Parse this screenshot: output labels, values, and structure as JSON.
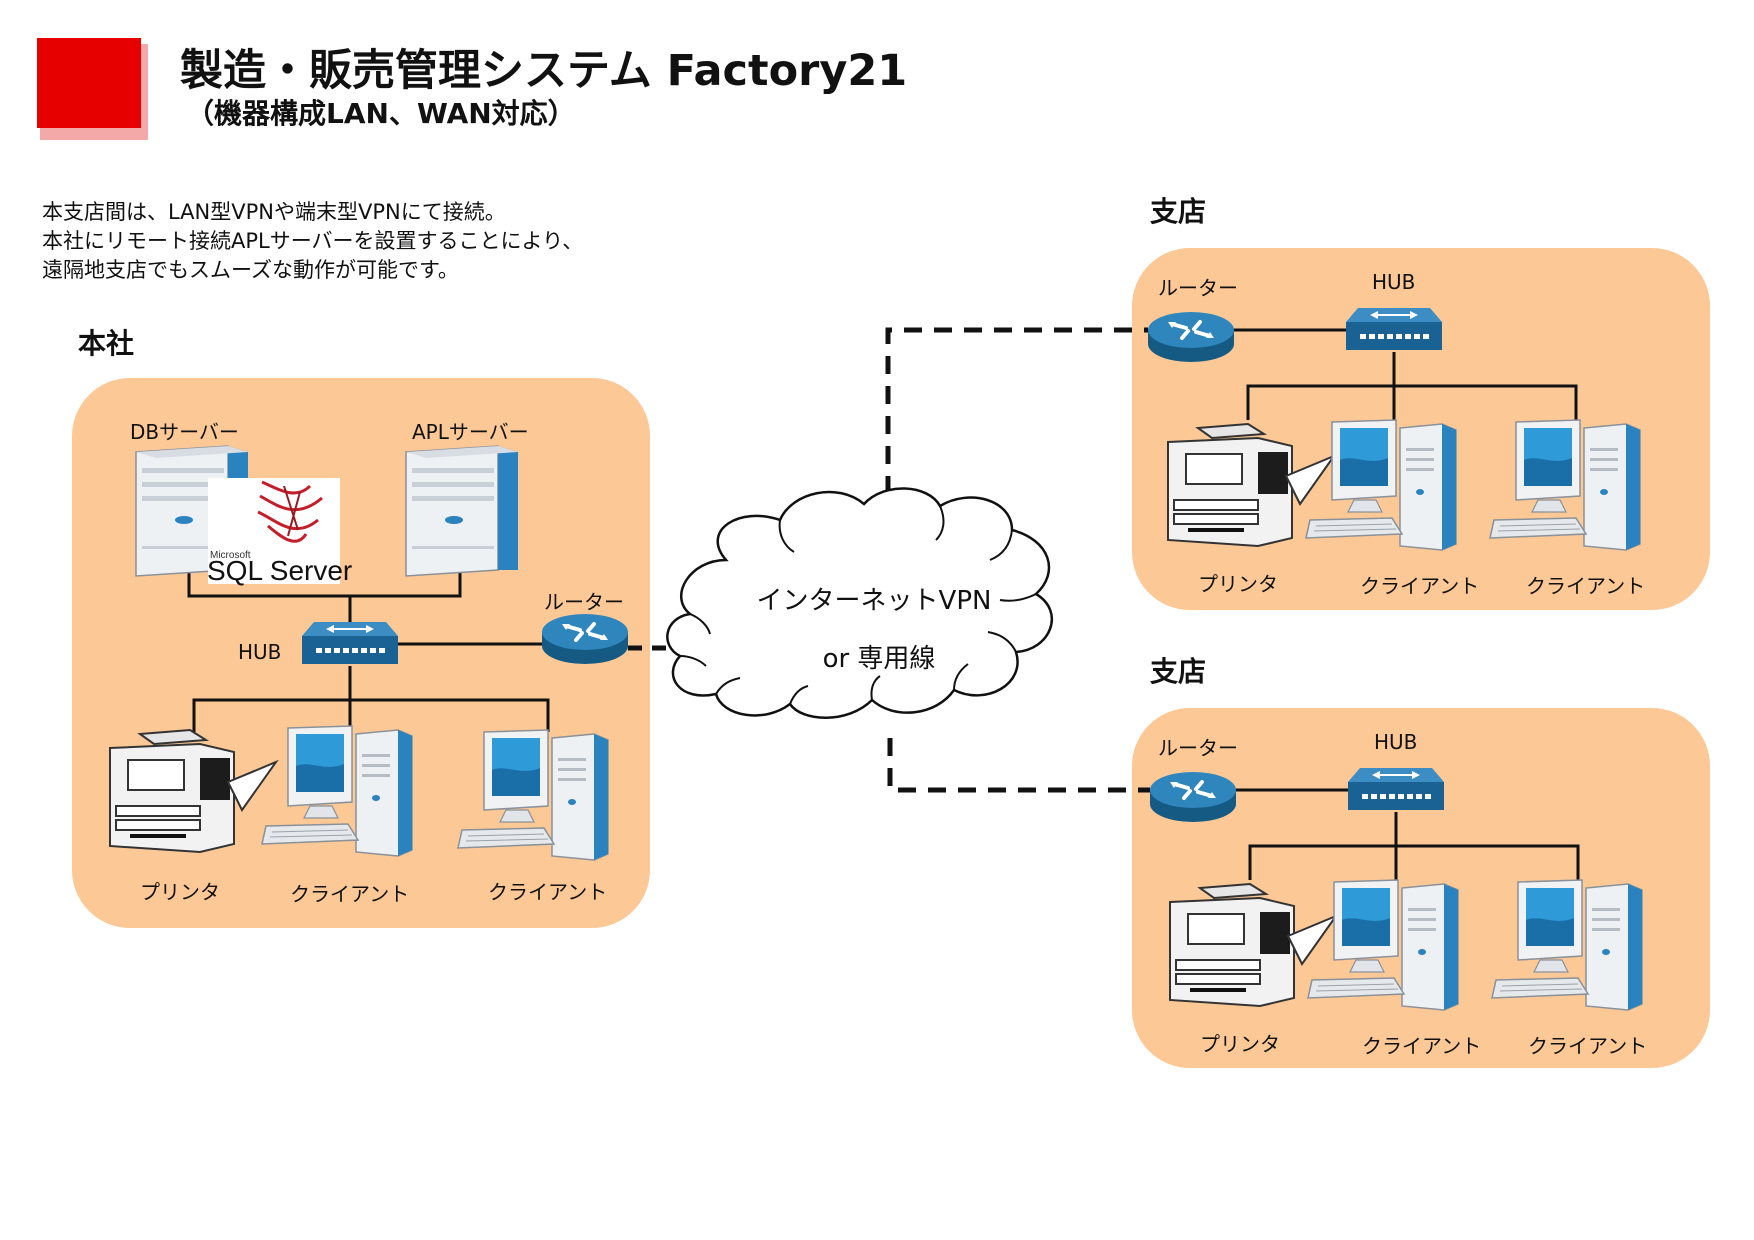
{
  "header": {
    "title": "製造・販売管理システム Factory21",
    "subtitle": "（機器構成LAN、WAN対応）"
  },
  "description": [
    "本支店間は、LAN型VPNや端末型VPNにて接続。",
    "本社にリモート接続APLサーバーを設置することにより、",
    "遠隔地支店でもスムーズな動作が可能です。"
  ],
  "honsha": {
    "title": "本社",
    "db_server": "DBサーバー",
    "apl_server": "APLサーバー",
    "sql_logo_vendor": "Microsoft",
    "sql_logo_product": "SQL Server",
    "hub": "HUB",
    "router": "ルーター",
    "printer": "プリンタ",
    "client1": "クライアント",
    "client2": "クライアント"
  },
  "cloud": {
    "line1": "インターネットVPN",
    "line2": "or 専用線"
  },
  "branch1": {
    "title": "支店",
    "router": "ルーター",
    "hub": "HUB",
    "printer": "プリンタ",
    "client1": "クライアント",
    "client2": "クライアント"
  },
  "branch2": {
    "title": "支店",
    "router": "ルーター",
    "hub": "HUB",
    "printer": "プリンタ",
    "client1": "クライアント",
    "client2": "クライアント"
  },
  "colors": {
    "brand_red": "#e60000",
    "panel_orange": "#fcc896",
    "device_blue": "#1f6e9c",
    "screen_blue": "#2f9ad8"
  }
}
